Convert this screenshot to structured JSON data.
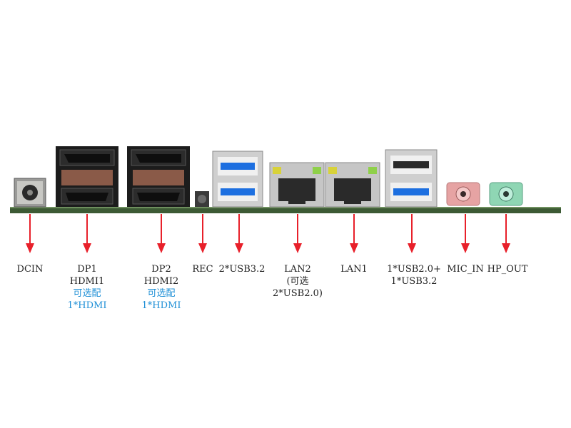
{
  "colors": {
    "arrow": "#e8202a",
    "pcb": "#3c5a34",
    "label_text": "#222222",
    "optional_text": "#1e8fd6",
    "mic_jack": "#e6a3a3",
    "hp_jack": "#8fd6b4",
    "usb3_blue": "#1d6fe0"
  },
  "ports": [
    {
      "id": "dcin",
      "icon": "dc-jack-icon",
      "lines": [
        "DCIN"
      ]
    },
    {
      "id": "dp1",
      "icon": "dp-hdmi-stack-icon",
      "lines": [
        "DP1",
        "HDMI1"
      ],
      "optional": [
        "可选配",
        "1*HDMI"
      ]
    },
    {
      "id": "dp2",
      "icon": "dp-hdmi-stack-icon",
      "lines": [
        "DP2",
        "HDMI2"
      ],
      "optional": [
        "可选配",
        "1*HDMI"
      ]
    },
    {
      "id": "rec",
      "icon": "button-icon",
      "lines": [
        "REC"
      ]
    },
    {
      "id": "usb32",
      "icon": "usb3-stack-icon",
      "lines": [
        "2*USB3.2"
      ]
    },
    {
      "id": "lan2",
      "icon": "rj45-icon",
      "lines": [
        "LAN2",
        "(可选",
        "2*USB2.0)"
      ]
    },
    {
      "id": "lan1",
      "icon": "rj45-icon",
      "lines": [
        "LAN1"
      ]
    },
    {
      "id": "usbmix",
      "icon": "usb-mixed-stack-icon",
      "lines": [
        "1*USB2.0+",
        "1*USB3.2"
      ]
    },
    {
      "id": "mic",
      "icon": "audio-jack-icon",
      "lines": [
        "MIC_IN"
      ]
    },
    {
      "id": "hp",
      "icon": "audio-jack-icon",
      "lines": [
        "HP_OUT"
      ]
    }
  ]
}
